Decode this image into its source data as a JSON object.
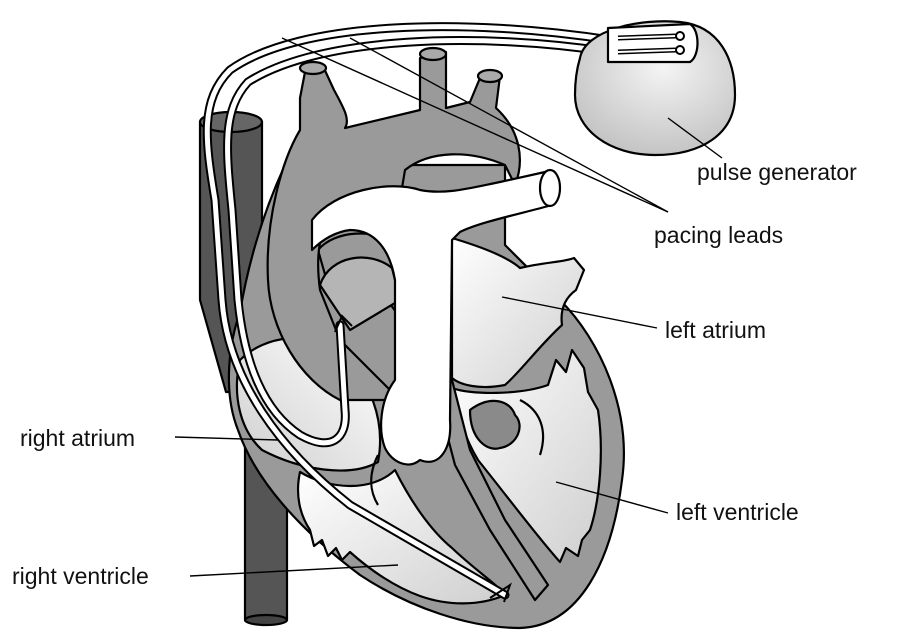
{
  "diagram": {
    "labels": {
      "pulse_generator": "pulse generator",
      "pacing_leads": "pacing leads",
      "left_atrium": "left atrium",
      "right_atrium": "right atrium",
      "left_ventricle": "left ventricle",
      "right_ventricle": "right ventricle"
    },
    "colors": {
      "vein": "#555555",
      "wall": "#9a9a9a",
      "chamber_light": "#ffffff",
      "chamber_shade": "#d8d8d8",
      "device": "#dcdcdc",
      "outline": "#000000"
    }
  }
}
